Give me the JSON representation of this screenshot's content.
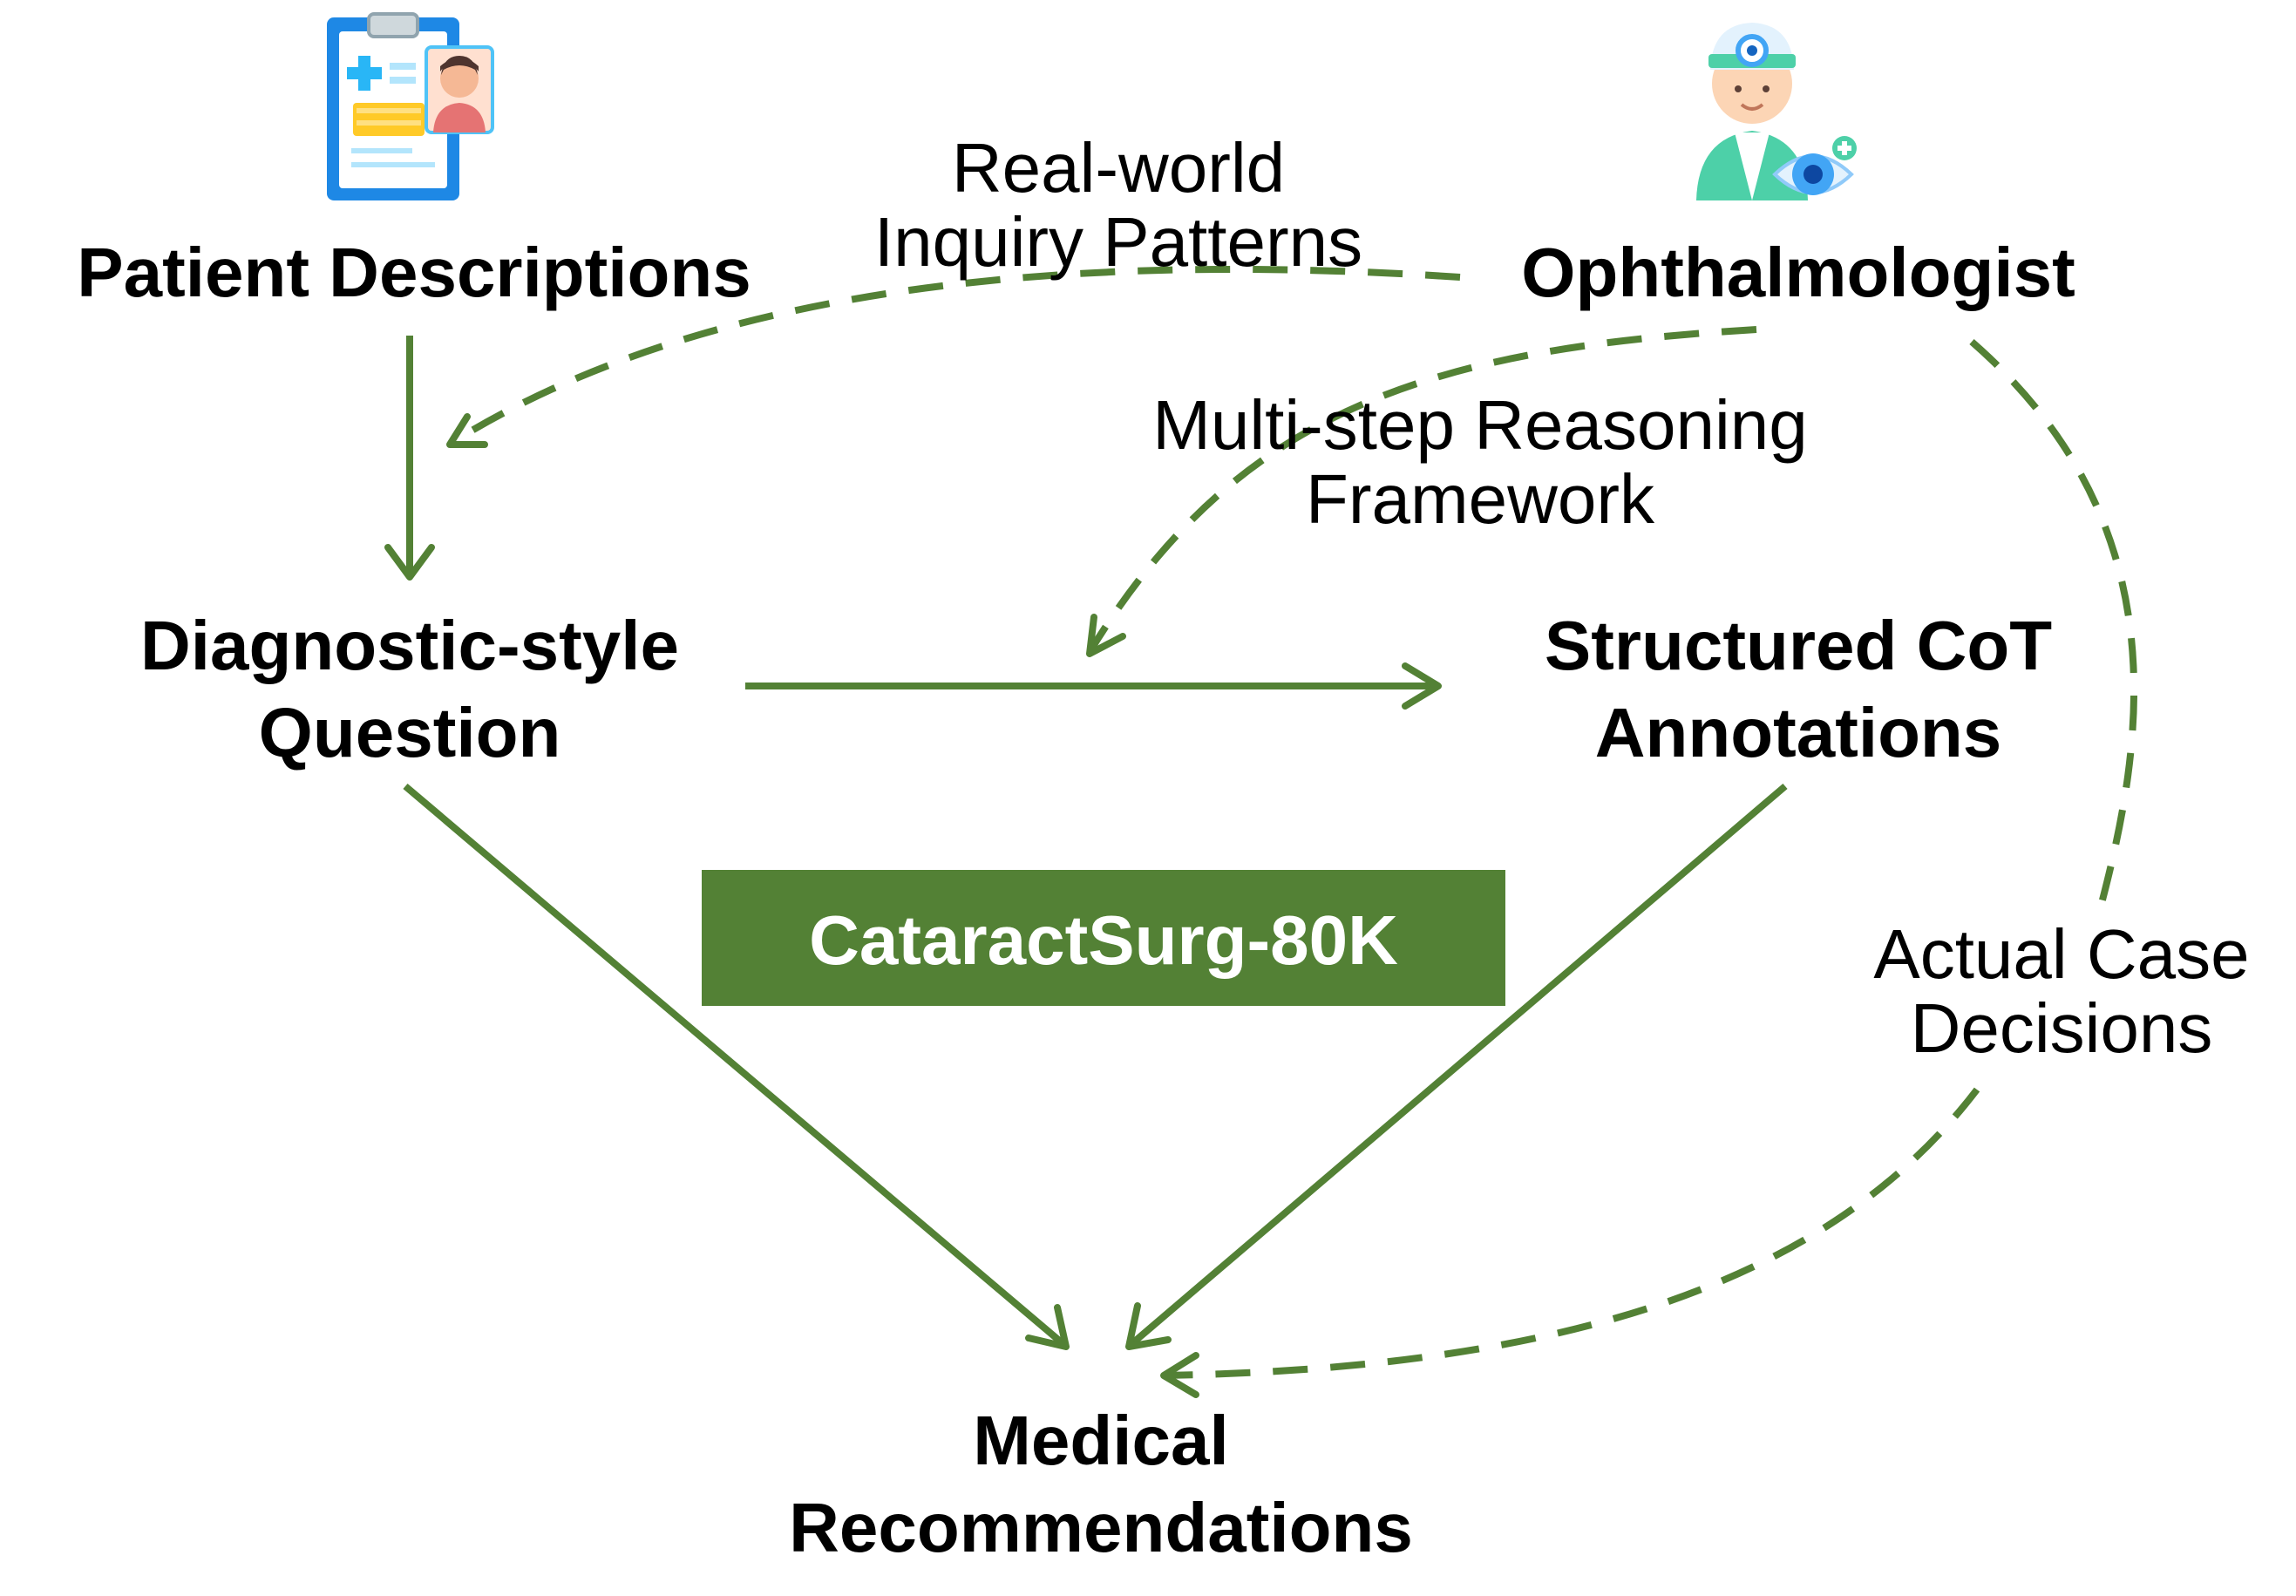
{
  "colors": {
    "arrow": "#538135",
    "badge_bg": "#538135",
    "badge_text": "#ffffff",
    "text": "#000000"
  },
  "icons": {
    "patient": "patient-record-icon",
    "doctor": "ophthalmologist-icon"
  },
  "nodes": {
    "patient_descriptions": {
      "label": "Patient Descriptions"
    },
    "ophthalmologist": {
      "label": "Ophthalmologist"
    },
    "diagnostic_question": {
      "line1": "Diagnostic-style",
      "line2": "Question"
    },
    "structured_cot": {
      "line1": "Structured CoT",
      "line2": "Annotations"
    },
    "medical_recommendations": {
      "line1": "Medical",
      "line2": "Recommendations"
    }
  },
  "edges": {
    "real_world": {
      "line1": "Real-world",
      "line2": "Inquiry Patterns"
    },
    "multi_step": {
      "line1": "Multi-step Reasoning",
      "line2": "Framework"
    },
    "actual_case": {
      "line1": "Actual Case",
      "line2": "Decisions"
    }
  },
  "badge": {
    "label": "CataractSurg-80K"
  }
}
